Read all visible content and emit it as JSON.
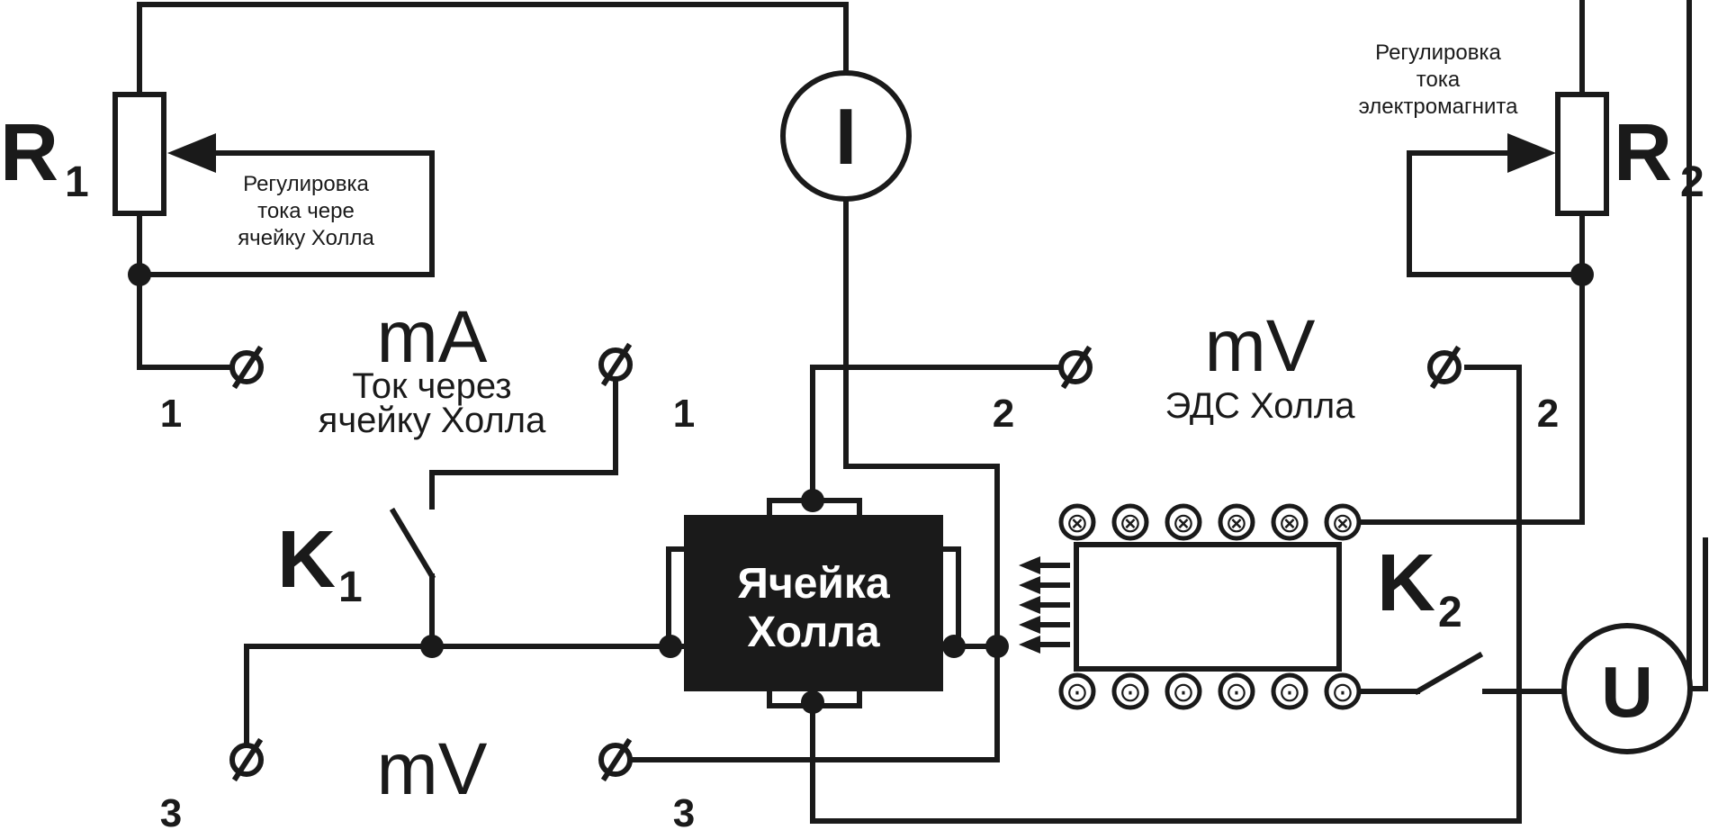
{
  "resistors": {
    "r1": {
      "main": "R",
      "sub": "1"
    },
    "r2": {
      "main": "R",
      "sub": "2"
    }
  },
  "switches": {
    "k1": {
      "main": "K",
      "sub": "1"
    },
    "k2": {
      "main": "K",
      "sub": "2"
    }
  },
  "meters": {
    "current": "I",
    "voltage": "U"
  },
  "annotations": {
    "r1_adjust": [
      "Регулировка",
      "тока чере",
      "ячейку Холла"
    ],
    "r2_adjust": [
      "Регулировка",
      "тока",
      "электромагнита"
    ]
  },
  "instruments": {
    "ma": {
      "unit": "mA",
      "desc": [
        "Ток через",
        "ячейку Холла"
      ]
    },
    "mv_top": {
      "unit": "mV",
      "desc": "ЭДС Холла"
    },
    "mv_bottom": {
      "unit": "mV"
    }
  },
  "terminal_numbers": {
    "t1_left": "1",
    "t1_right": "1",
    "t2_left": "2",
    "t2_right": "2",
    "t3_left": "3",
    "t3_right": "3"
  },
  "hall_cell": {
    "line1": "Ячейка",
    "line2": "Холла"
  },
  "magnet": {
    "top_terminals": [
      "⊗",
      "⊗",
      "⊗",
      "⊗",
      "⊗",
      "⊗"
    ],
    "bottom_terminals": [
      "⊙",
      "⊙",
      "⊙",
      "⊙",
      "⊙",
      "⊙"
    ]
  },
  "colors": {
    "ink": "#1a1a1a",
    "background": "#ffffff"
  }
}
